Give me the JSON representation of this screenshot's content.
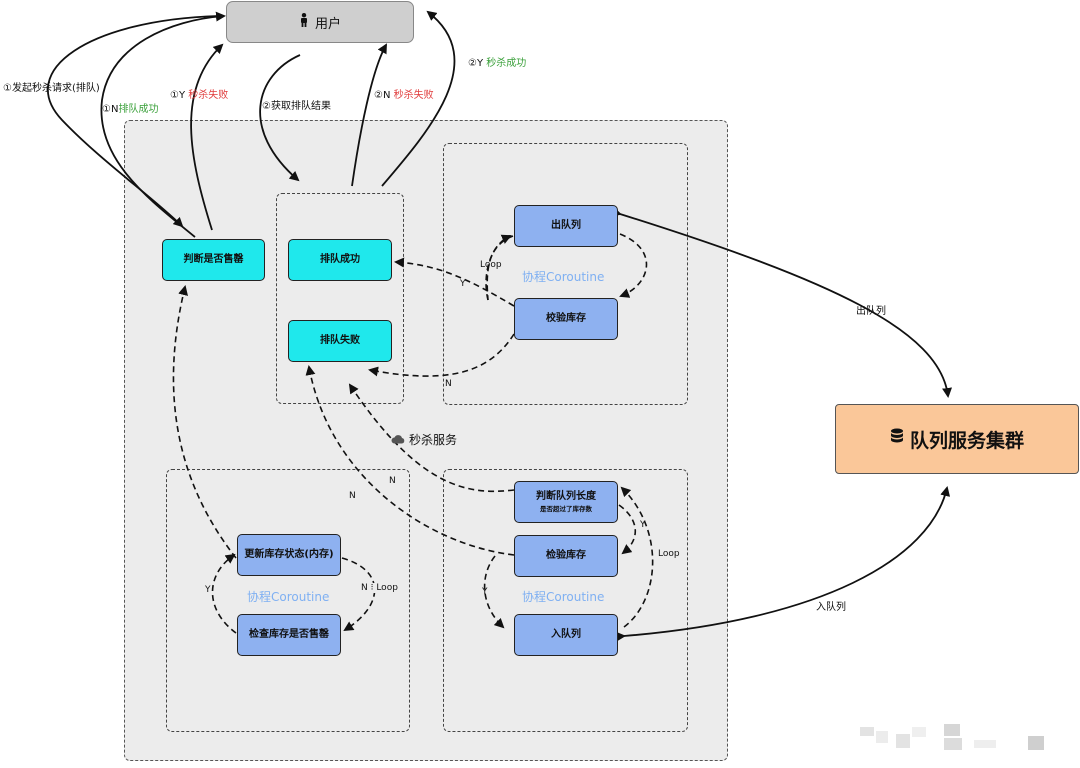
{
  "user": {
    "icon": "person-icon",
    "label": "用户"
  },
  "cluster": {
    "icon": "database-icon",
    "label": "队列服务集群"
  },
  "service": {
    "icon": "cloud-icon",
    "label": "秒杀服务"
  },
  "coroutine_label": "协程Coroutine",
  "nodes": {
    "judge_sold_out": "判断是否售罄",
    "queue_success": "排队成功",
    "queue_fail": "排队失败",
    "dequeue": "出队列",
    "verify_stock_top": "校验库存",
    "judge_queue_length": "判断队列长度",
    "judge_queue_length_sub": "是否超过了库存数",
    "check_stock": "检验库存",
    "enqueue": "入队列",
    "update_stock": "更新库存状态(内存)",
    "check_sold_out": "检查库存是否售罄"
  },
  "edge_labels": {
    "e1_request": "①发起秒杀请求(排队)",
    "e1_n_prefix": "①N",
    "e1_n_text": "排队成功",
    "e1_y_prefix": "①Y",
    "e1_y_text": "秒杀失败",
    "e2_get_result": "②获取排队结果",
    "e2_n_prefix": "②N",
    "e2_n_text": "秒杀失败",
    "e2_y_prefix": "②Y",
    "e2_y_text": "秒杀成功",
    "dequeue_line": "出队列",
    "enqueue_line": "入队列",
    "loop": "Loop",
    "y": "Y",
    "n": "N",
    "n_loop_n": "N",
    "n_loop_loop": "Loop"
  },
  "colors": {
    "cyan_node": "#1fe8ec",
    "blue_node": "#8eb1f0",
    "cluster": "#fac799",
    "user": "#cfcfcf",
    "service_bg": "#ececec",
    "coroutine_text": "#7fb0f2",
    "success_green": "#3aa03a",
    "fail_red": "#e03b3b"
  }
}
